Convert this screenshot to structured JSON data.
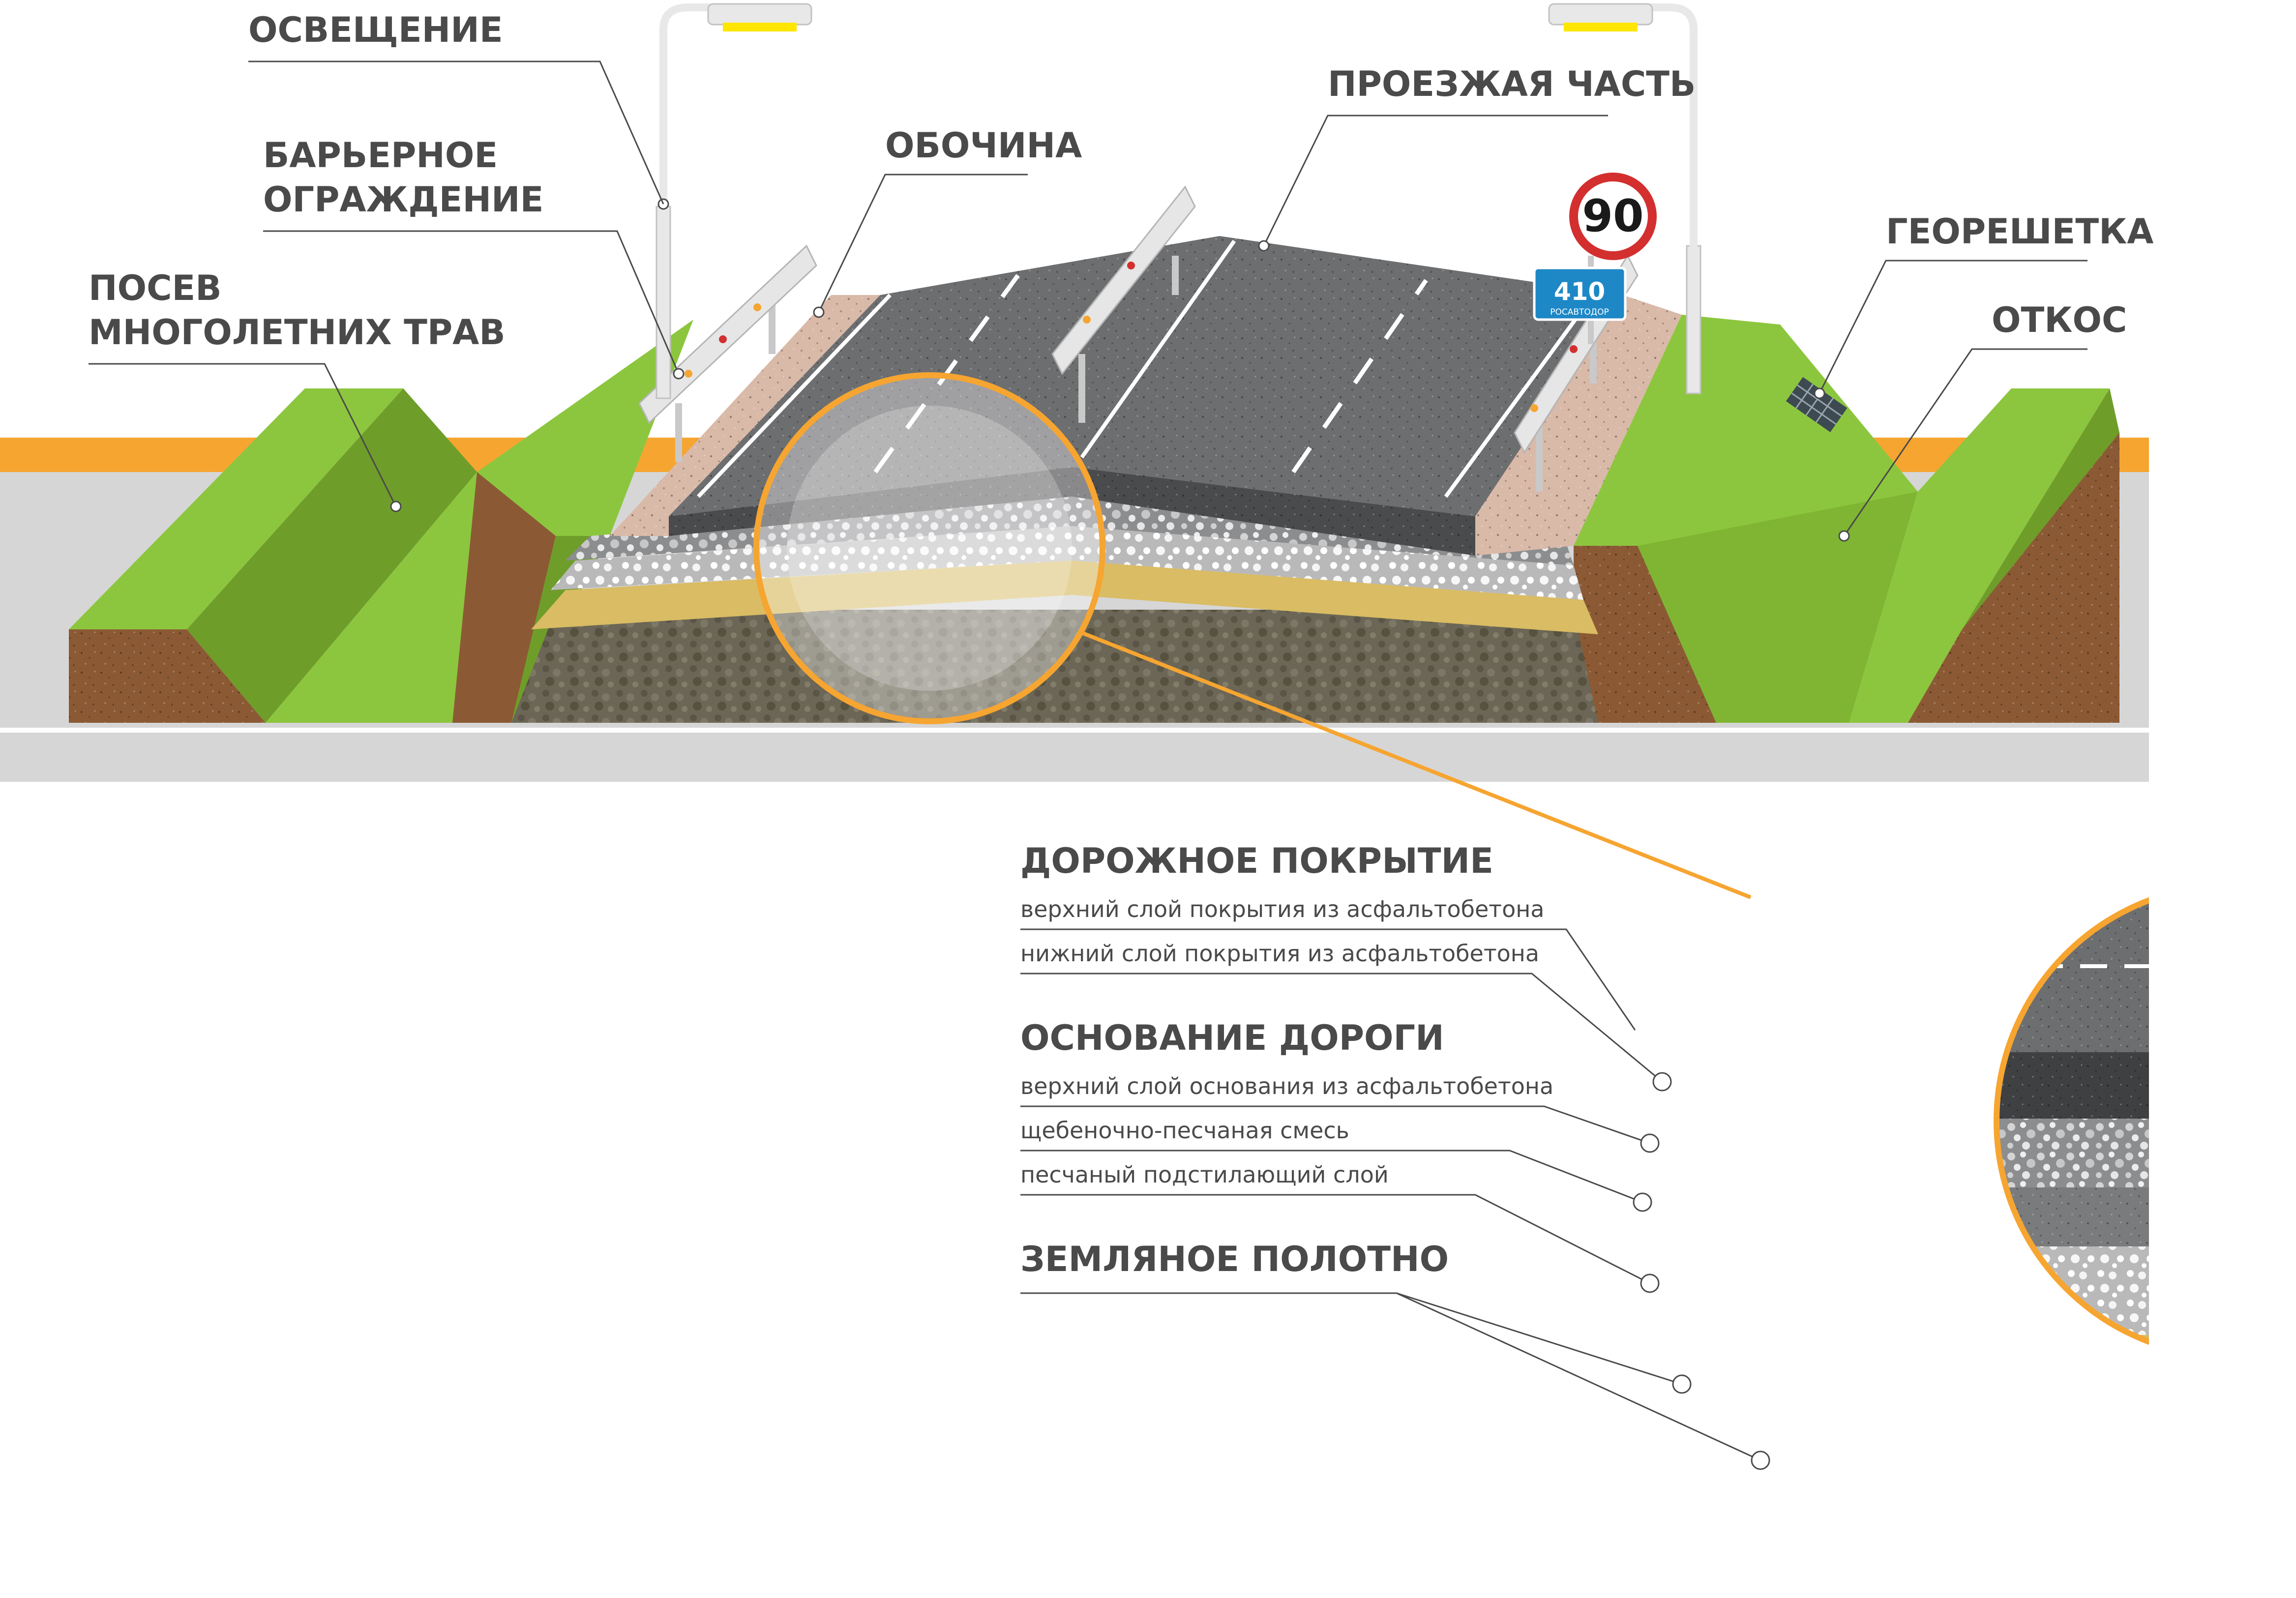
{
  "labels": {
    "lighting": "ОСВЕЩЕНИЕ",
    "barrier_l1": "БАРЬЕРНОЕ",
    "barrier_l2": "ОГРАЖДЕНИЕ",
    "grass_l1": "ПОСЕВ",
    "grass_l2": "МНОГОЛЕТНИХ ТРАВ",
    "shoulder": "ОБОЧИНА",
    "roadway": "ПРОЕЗЖАЯ ЧАСТЬ",
    "geogrid": "ГЕОРЕШЕТКА",
    "slope": "ОТКОС"
  },
  "signs": {
    "speed_limit": "90",
    "route_number": "410",
    "route_owner": "РОСАВТОДОР"
  },
  "legend": {
    "pavement": {
      "title": "ДОРОЖНОЕ ПОКРЫТИЕ",
      "items": [
        "верхний слой покрытия из асфальтобетона",
        "нижний слой покрытия из асфальтобетона"
      ]
    },
    "base": {
      "title": "ОСНОВАНИЕ ДОРОГИ",
      "items": [
        "верхний слой основания из асфальтобетона",
        "щебеночно-песчаная смесь",
        "песчаный подстилающий слой"
      ]
    },
    "subgrade": {
      "title": "ЗЕМЛЯНОЕ ПОЛОТНО"
    }
  },
  "colors": {
    "accent_orange": "#f6a531",
    "grass": "#8cc63e",
    "grass_dark": "#6f9d2a",
    "soil": "#8b5a34",
    "asphalt": "#6d6e70",
    "asphalt_dark": "#4a4b4d",
    "sand": "#d9bc63",
    "shoulder": "#d9b9a8",
    "base_ground": "#7a7466",
    "ground_gray": "#d6d6d6"
  }
}
